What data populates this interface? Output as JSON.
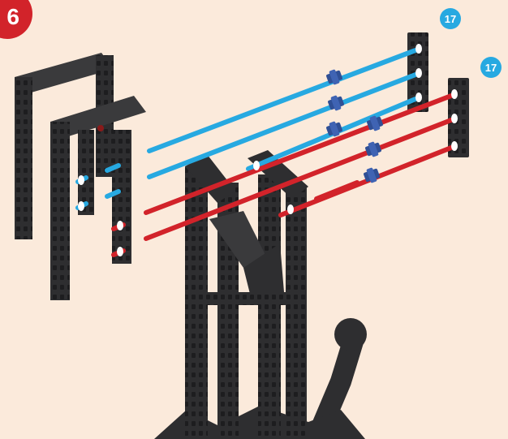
{
  "step": {
    "number": "6"
  },
  "parts": [
    {
      "id": "blue-peg-bundle",
      "count": "17",
      "color": "#27a9e1"
    },
    {
      "id": "red-peg-bundle",
      "count": "17",
      "color": "#d2232a"
    }
  ],
  "colors": {
    "background": "#fbeadb",
    "beam": "#2e2e30",
    "beam_highlight": "#4a4a4c",
    "peg_blue": "#27a9e1",
    "peg_red": "#d2232a",
    "connector": "#2f4f95",
    "step_badge": "#d2232a",
    "count_badge": "#27a9e1"
  },
  "icons": [
    "step-number-badge",
    "part-count-badge",
    "peg-connector-icon"
  ]
}
